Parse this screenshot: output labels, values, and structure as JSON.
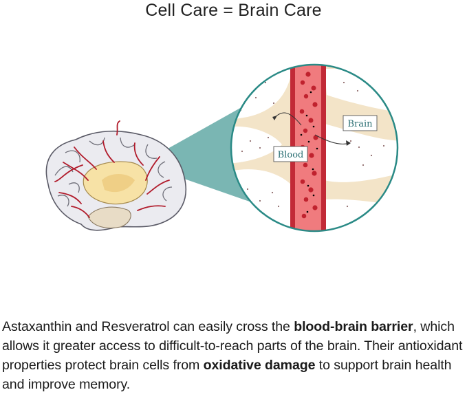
{
  "title": "Cell Care = Brain Care",
  "labels": {
    "brain": "Brain",
    "blood": "Blood"
  },
  "description": {
    "part1": "Astaxanthin and Resveratrol can easily cross the ",
    "bold1": "blood-brain barrier",
    "part2": ", which allows it greater access to difficult-to-reach parts of the brain. Their antioxidant properties protect brain cells from ",
    "bold2": "oxidative damage",
    "part3": " to support brain health and improve memory."
  },
  "colors": {
    "teal": "#2b8f8c",
    "vessel": "#c22a37",
    "blood_fill": "#f07b7e",
    "tissue": "#f3e4c8",
    "cell": "#ffffff"
  }
}
